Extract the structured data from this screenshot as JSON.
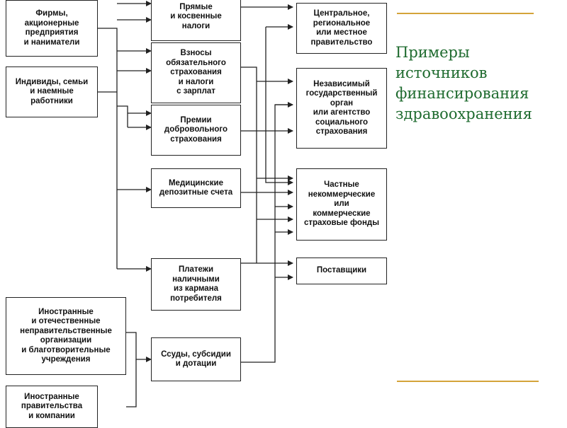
{
  "title": "Примеры\nисточников\nфинансирования\nздравоохранения",
  "colors": {
    "title": "#1f6b2f",
    "decor_line": "#d4a43a",
    "line": "#222222"
  },
  "sources": {
    "firms": "Фирмы,\nакционерные\nпредприятия\nи наниматели",
    "individuals": "Индивиды, семьи\nи наемные\nработники",
    "foreign_ngo": "Иностранные\nи отечественные\nнеправительственные\nорганизации\nи благотворительные\nучреждения",
    "foreign_gov": "Иностранные\nправительства\nи компании"
  },
  "mechanisms": {
    "taxes": "Прямые\nи косвенные\nналоги",
    "insurance_contrib": "Взносы\nобязательного\nстрахования\nи налоги\nс зарплат",
    "voluntary": "Премии\nдобровольного\nстрахования",
    "deposit": "Медицинские\nдепозитные счета",
    "cash": "Платежи\nналичными\nиз кармана\nпотребителя",
    "loans": "Ссуды, субсидии\nи дотации"
  },
  "agents": {
    "government": "Центральное,\nрегиональное\nили местное\nправительство",
    "state_agency": "Независимый\nгосударственный\nорган\nили агентство\nсоциального\nстрахования",
    "private_funds": "Частные\nнекоммерческие\nили\nкоммерческие\nстраховые фонды",
    "providers": "Поставщики"
  }
}
